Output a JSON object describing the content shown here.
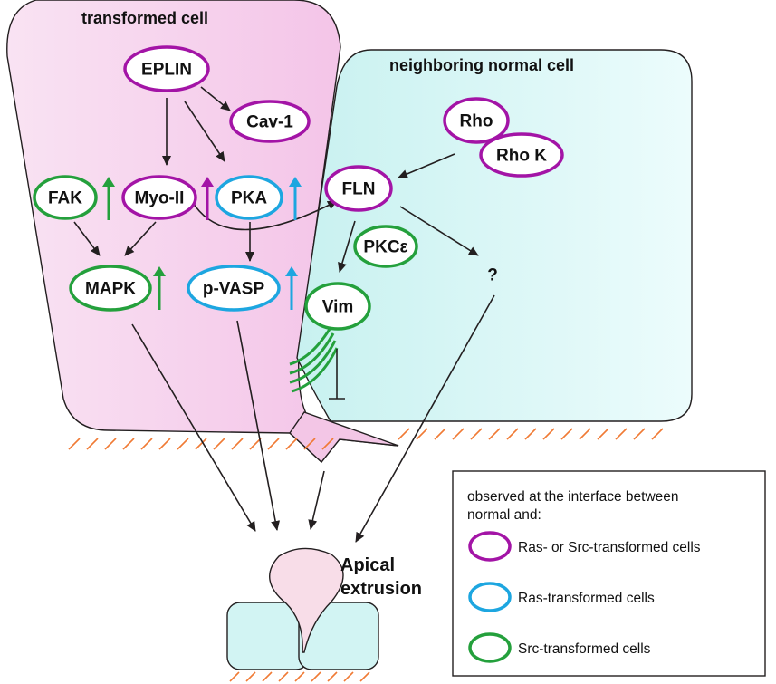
{
  "titles": {
    "transformed": "transformed cell",
    "normal": "neighboring normal cell"
  },
  "nodes": {
    "eplin": "EPLIN",
    "cav1": "Cav-1",
    "fak": "FAK",
    "myo2": "Myo-II",
    "pka": "PKA",
    "mapk": "MAPK",
    "pvasp": "p-VASP",
    "rho": "Rho",
    "rhok": "Rho K",
    "fln": "FLN",
    "pkce": "PKCε",
    "vim": "Vim",
    "unknown": "?"
  },
  "outcome": {
    "line1": "Apical",
    "line2": "extrusion"
  },
  "legend": {
    "heading1": "observed at the interface between",
    "heading2": "normal and:",
    "items": [
      {
        "label": "Ras- or Src-transformed cells",
        "color": "#a314a6"
      },
      {
        "label": "Ras-transformed cells",
        "color": "#1da6e0"
      },
      {
        "label": "Src-transformed cells",
        "color": "#24a03c"
      }
    ]
  },
  "colors": {
    "magenta": "#a314a6",
    "blue": "#1da6e0",
    "green": "#24a03c",
    "transformed_fill": "#f6d3ec",
    "normal_fill": "#d4f5f4",
    "substrate": "#f07a35"
  }
}
